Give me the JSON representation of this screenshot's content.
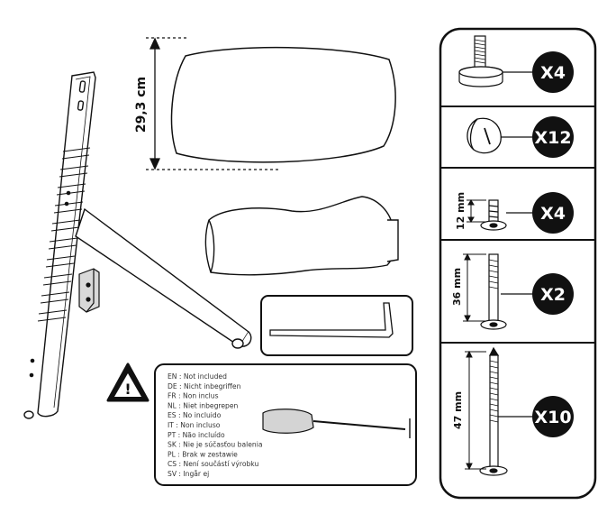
{
  "dimension_seat": "29,3 cm",
  "hardware": [
    {
      "id": "foot",
      "qty": "X4",
      "size": ""
    },
    {
      "id": "cap",
      "qty": "X12",
      "size": ""
    },
    {
      "id": "bolt-short",
      "qty": "X4",
      "size": "12 mm"
    },
    {
      "id": "bolt-medium",
      "qty": "X2",
      "size": "36 mm"
    },
    {
      "id": "bolt-long",
      "qty": "X10",
      "size": "47 mm"
    }
  ],
  "not_included": [
    "EN : Not included",
    "DE : Nicht inbegriffen",
    "FR : Non inclus",
    "NL : Niet inbegrepen",
    "ES : No incluido",
    "IT : Non incluso",
    "PT : Não incluído",
    "SK : Nie je súčasťou balenia",
    "PL : Brak w zestawie",
    "CS : Není součástí výrobku",
    "SV : Ingår ej"
  ],
  "warning_symbol": "!",
  "colors": {
    "line": "#111111",
    "badge": "#111111",
    "bg": "#ffffff"
  }
}
